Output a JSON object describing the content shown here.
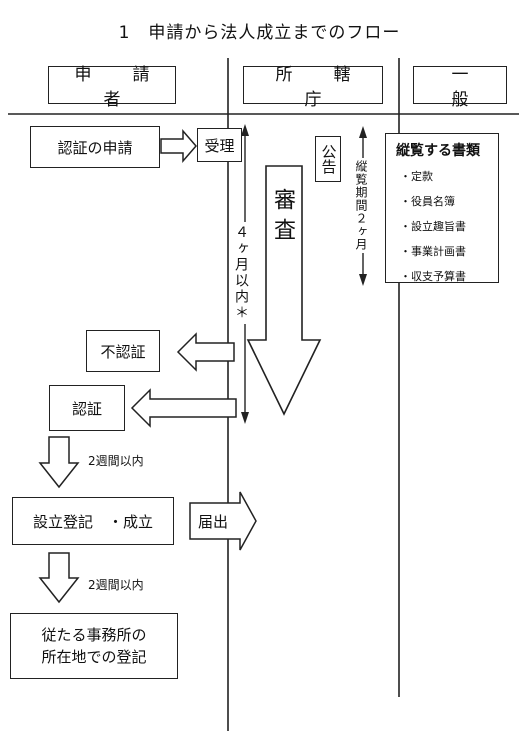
{
  "title": "1　申請から法人成立までのフロー",
  "columns": {
    "applicant": "申　請　者",
    "authority": "所　轄　庁",
    "public": "一　般"
  },
  "nodes": {
    "application": "認証の申請",
    "receipt": "受理",
    "notice": "公告",
    "review": "審査",
    "disapproval": "不認証",
    "approval": "認証",
    "registration": "設立登記　・成立",
    "report": "届出",
    "branch_registration_line1": "従たる事務所の",
    "branch_registration_line2": "所在地での登記"
  },
  "periods": {
    "review_period": "４ヶ月以内＊",
    "inspection_period": "縦覧期間２ヶ月",
    "two_weeks_1": "2週間以内",
    "two_weeks_2": "2週間以内"
  },
  "documents": {
    "title": "縦覧する書類",
    "items": [
      "・定款",
      "・役員名簿",
      "・設立趣旨書",
      "・事業計画書",
      "・収支予算書"
    ]
  }
}
